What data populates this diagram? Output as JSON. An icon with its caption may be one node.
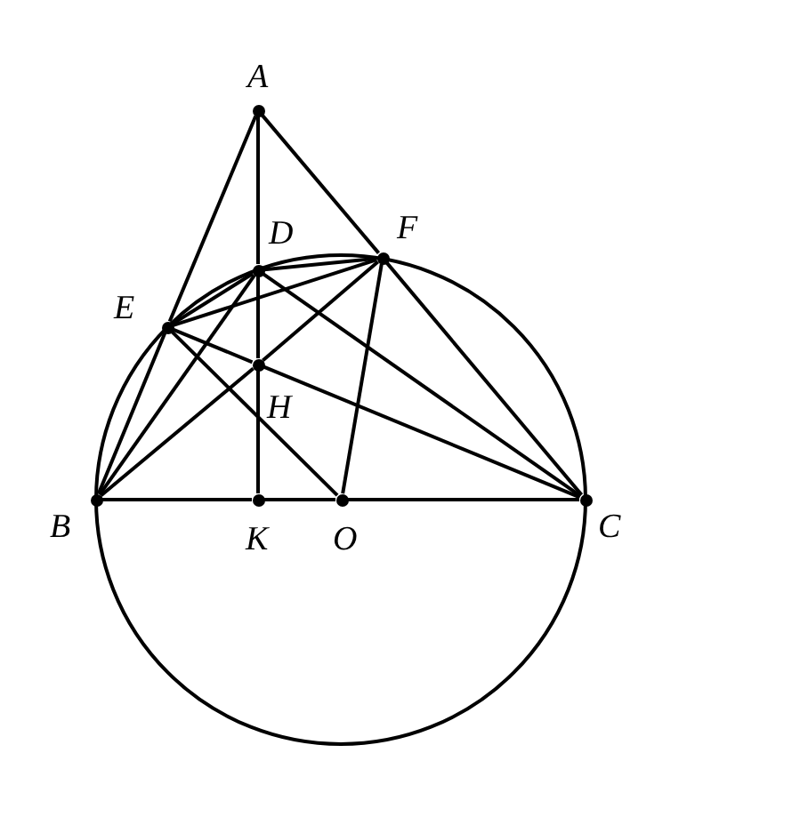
{
  "diagram": {
    "nodes": [
      {
        "text": [
          "A"
        ]
      },
      {
        "text": [
          "D"
        ]
      },
      {
        "text": [
          "F"
        ]
      },
      {
        "text": [
          "E"
        ]
      },
      {
        "text": [
          "H"
        ]
      },
      {
        "text": [
          "B"
        ]
      },
      {
        "text": [
          "K"
        ]
      },
      {
        "text": [
          "O"
        ]
      },
      {
        "text": [
          "C"
        ]
      }
    ],
    "edges": [
      {
        "from": 0,
        "to": 3,
        "arrow": "none"
      },
      {
        "from": 3,
        "to": 5,
        "arrow": "none"
      },
      {
        "from": 0,
        "to": 2,
        "arrow": "none"
      },
      {
        "from": 2,
        "to": 8,
        "arrow": "none"
      },
      {
        "from": 0,
        "to": 1,
        "arrow": "none"
      },
      {
        "from": 1,
        "to": 4,
        "arrow": "none"
      },
      {
        "from": 4,
        "to": 6,
        "arrow": "none"
      },
      {
        "from": 5,
        "to": 6,
        "arrow": "none"
      },
      {
        "from": 6,
        "to": 7,
        "arrow": "none"
      },
      {
        "from": 7,
        "to": 8,
        "arrow": "none"
      },
      {
        "from": 3,
        "to": 1,
        "arrow": "none"
      },
      {
        "from": 3,
        "to": 2,
        "arrow": "none"
      },
      {
        "from": 1,
        "to": 2,
        "arrow": "none"
      },
      {
        "from": 3,
        "to": 4,
        "arrow": "none"
      },
      {
        "from": 4,
        "to": 8,
        "arrow": "none"
      },
      {
        "from": 3,
        "to": 7,
        "arrow": "none"
      },
      {
        "from": 5,
        "to": 1,
        "arrow": "none"
      },
      {
        "from": 5,
        "to": 4,
        "arrow": "none"
      },
      {
        "from": 4,
        "to": 2,
        "arrow": "none"
      },
      {
        "from": 1,
        "to": 8,
        "arrow": "none"
      },
      {
        "from": 2,
        "to": 7,
        "arrow": "none"
      }
    ]
  }
}
